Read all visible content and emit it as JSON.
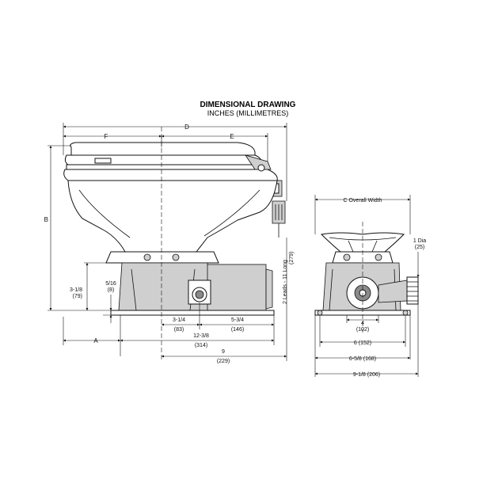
{
  "title": {
    "main": "DIMENSIONAL DRAWING",
    "sub": "INCHES (MILLIMETRES)"
  },
  "side_view": {
    "D": "D",
    "F": "F",
    "E": "E",
    "B": "B",
    "A": "A",
    "dim_3_1_8": "3-1/8",
    "dim_3_1_8_mm": "(79)",
    "dim_5_16": "5/16",
    "dim_5_16_mm": "(8)",
    "dim_3_1_4": "3-1/4",
    "dim_3_1_4_mm": "(83)",
    "dim_5_3_4": "5-3/4",
    "dim_5_3_4_mm": "(146)",
    "dim_12_3_8": "12-3/8",
    "dim_12_3_8_mm": "(314)",
    "dim_9": "9",
    "dim_9_mm": "(229)",
    "leads_label": "2 Leads - 11 Long",
    "leads_mm": "(279)"
  },
  "end_view": {
    "C": "C Overall Width",
    "dia": "1 Dia",
    "dia_mm": "(25)",
    "dim_4": "4",
    "dim_4_mm": "(102)",
    "dim_6": "6 (152)",
    "dim_6_5_8": "6-5/8 (168)",
    "dim_9_1_8": "9-1/8 (206)"
  }
}
